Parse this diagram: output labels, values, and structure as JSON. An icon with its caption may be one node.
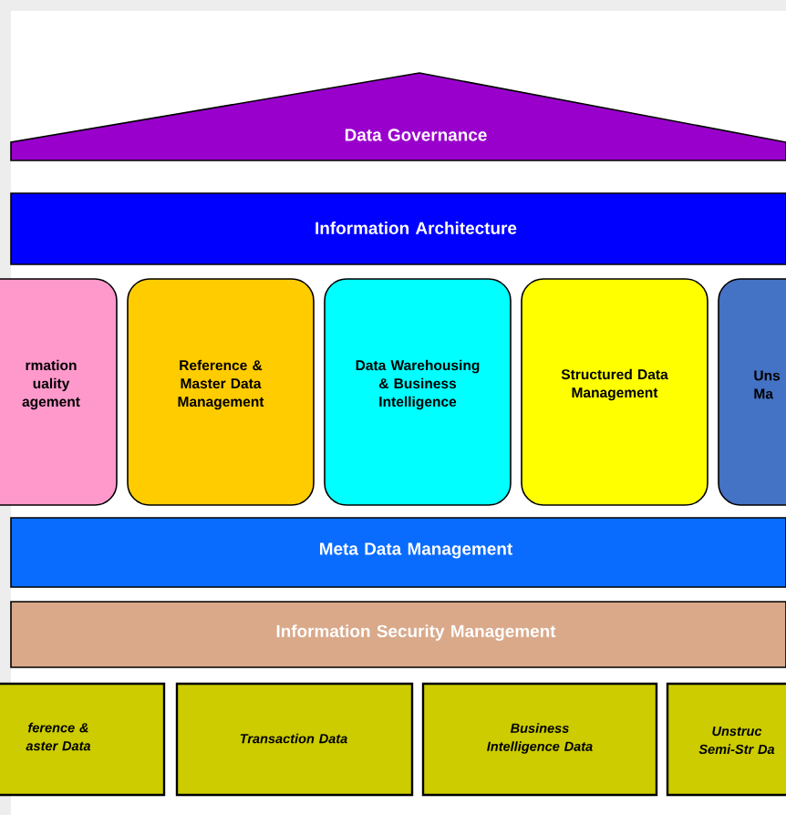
{
  "diagram": {
    "nodes": [
      {
        "text": [
          "Data Governance"
        ]
      },
      {
        "text": [
          "Information Architecture"
        ]
      },
      {
        "text": [
          "rmation uality agement"
        ]
      },
      {
        "text": [
          "Reference & Master Data Management"
        ]
      },
      {
        "text": [
          "Data Warehousing & Business Intelligence"
        ]
      },
      {
        "text": [
          "Structured Data Management"
        ]
      },
      {
        "text": [
          "Uns Ma"
        ]
      },
      {
        "text": [
          "Meta Data Management"
        ]
      },
      {
        "text": [
          "Information Security Management"
        ]
      },
      {
        "text": [
          "ference & aster Data"
        ]
      },
      {
        "text": [
          "Transaction Data"
        ]
      },
      {
        "text": [
          "Business Intelligence Data"
        ]
      },
      {
        "text": [
          "Unstruc Semi-Str Da"
        ]
      }
    ]
  }
}
